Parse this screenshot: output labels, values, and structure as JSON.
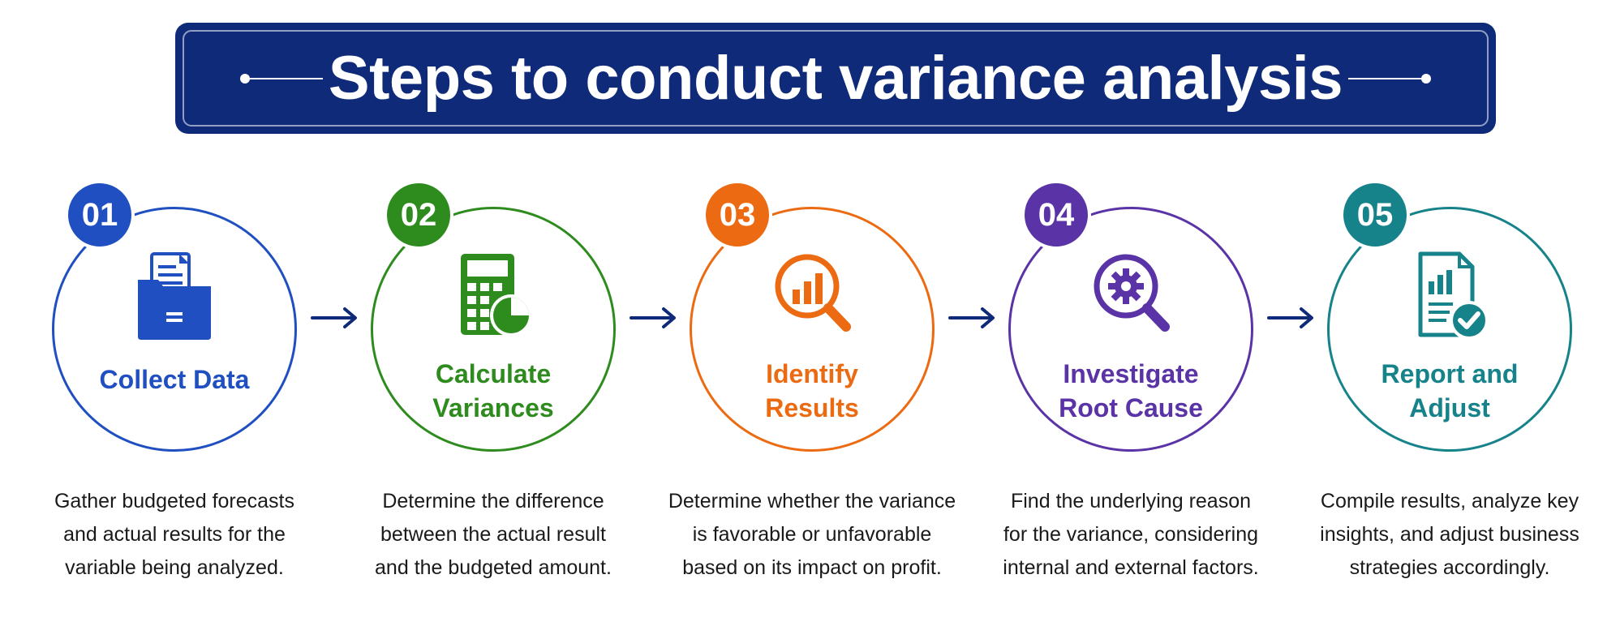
{
  "title": "Steps to conduct variance analysis",
  "steps": [
    {
      "number": "01",
      "title_line1": "Collect Data",
      "title_line2": "",
      "icon": "folder-document-icon",
      "color": "#1f4fc0",
      "desc": [
        "Gather budgeted forecasts",
        "and actual results for the",
        "variable being analyzed."
      ]
    },
    {
      "number": "02",
      "title_line1": "Calculate",
      "title_line2": "Variances",
      "icon": "calculator-pie-chart-icon",
      "color": "#2e8b1e",
      "desc": [
        "Determine the difference",
        "between the actual result",
        "and the budgeted amount."
      ]
    },
    {
      "number": "03",
      "title_line1": "Identify",
      "title_line2": "Results",
      "icon": "magnifier-bar-chart-icon",
      "color": "#ec6b12",
      "desc": [
        "Determine whether the variance",
        "is favorable or unfavorable",
        "based on its impact on profit."
      ]
    },
    {
      "number": "04",
      "title_line1": "Investigate",
      "title_line2": "Root Cause",
      "icon": "magnifier-gear-icon",
      "color": "#5a33a6",
      "desc": [
        "Find the underlying reason",
        "for the variance, considering",
        "internal and external factors."
      ]
    },
    {
      "number": "05",
      "title_line1": "Report and",
      "title_line2": "Adjust",
      "icon": "report-checkmark-icon",
      "color": "#16828a",
      "desc": [
        "Compile results, analyze key",
        "insights, and adjust business",
        "strategies accordingly."
      ]
    }
  ]
}
